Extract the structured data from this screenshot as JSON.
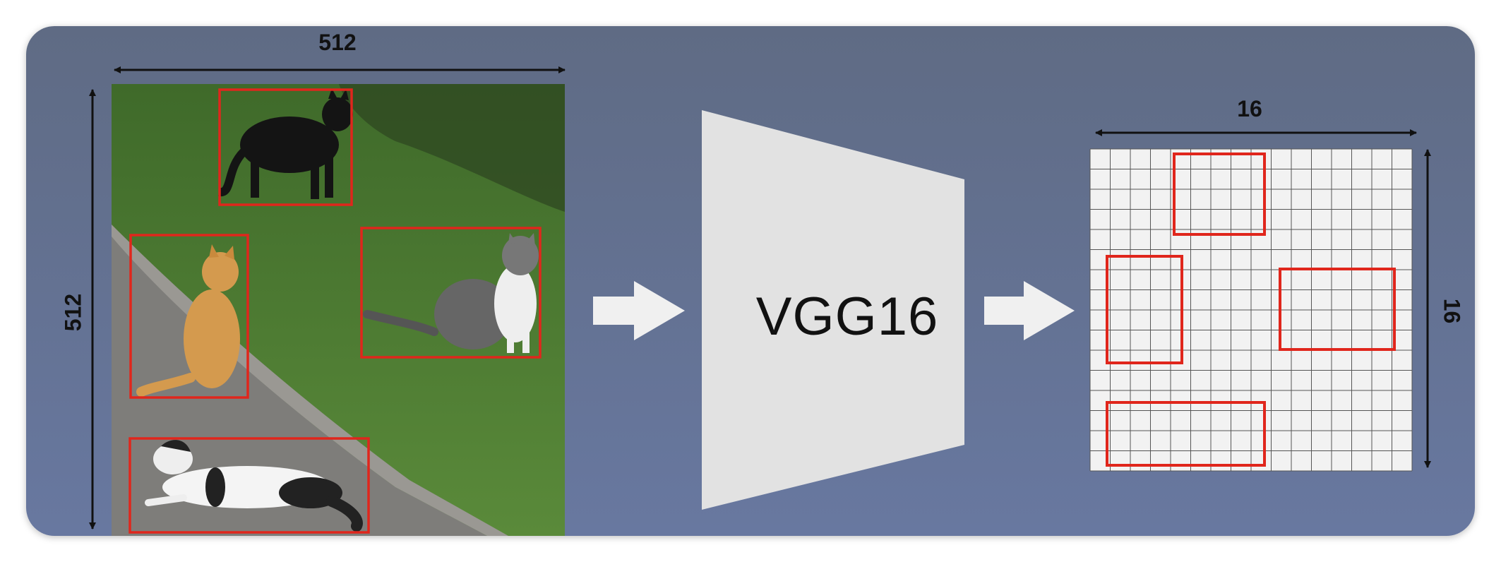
{
  "input_image": {
    "width_label": "512",
    "height_label": "512",
    "objects": [
      "black-cat",
      "orange-cat",
      "gray-white-cat",
      "black-white-cat"
    ]
  },
  "model": {
    "label": "VGG16"
  },
  "feature_map": {
    "width_label": "16",
    "height_label": "16",
    "grid_cells": 16
  },
  "colors": {
    "panel": "#6474959",
    "box": "#e0261c",
    "block": "#e2e2e2",
    "arrow": "#f0f0f0"
  }
}
